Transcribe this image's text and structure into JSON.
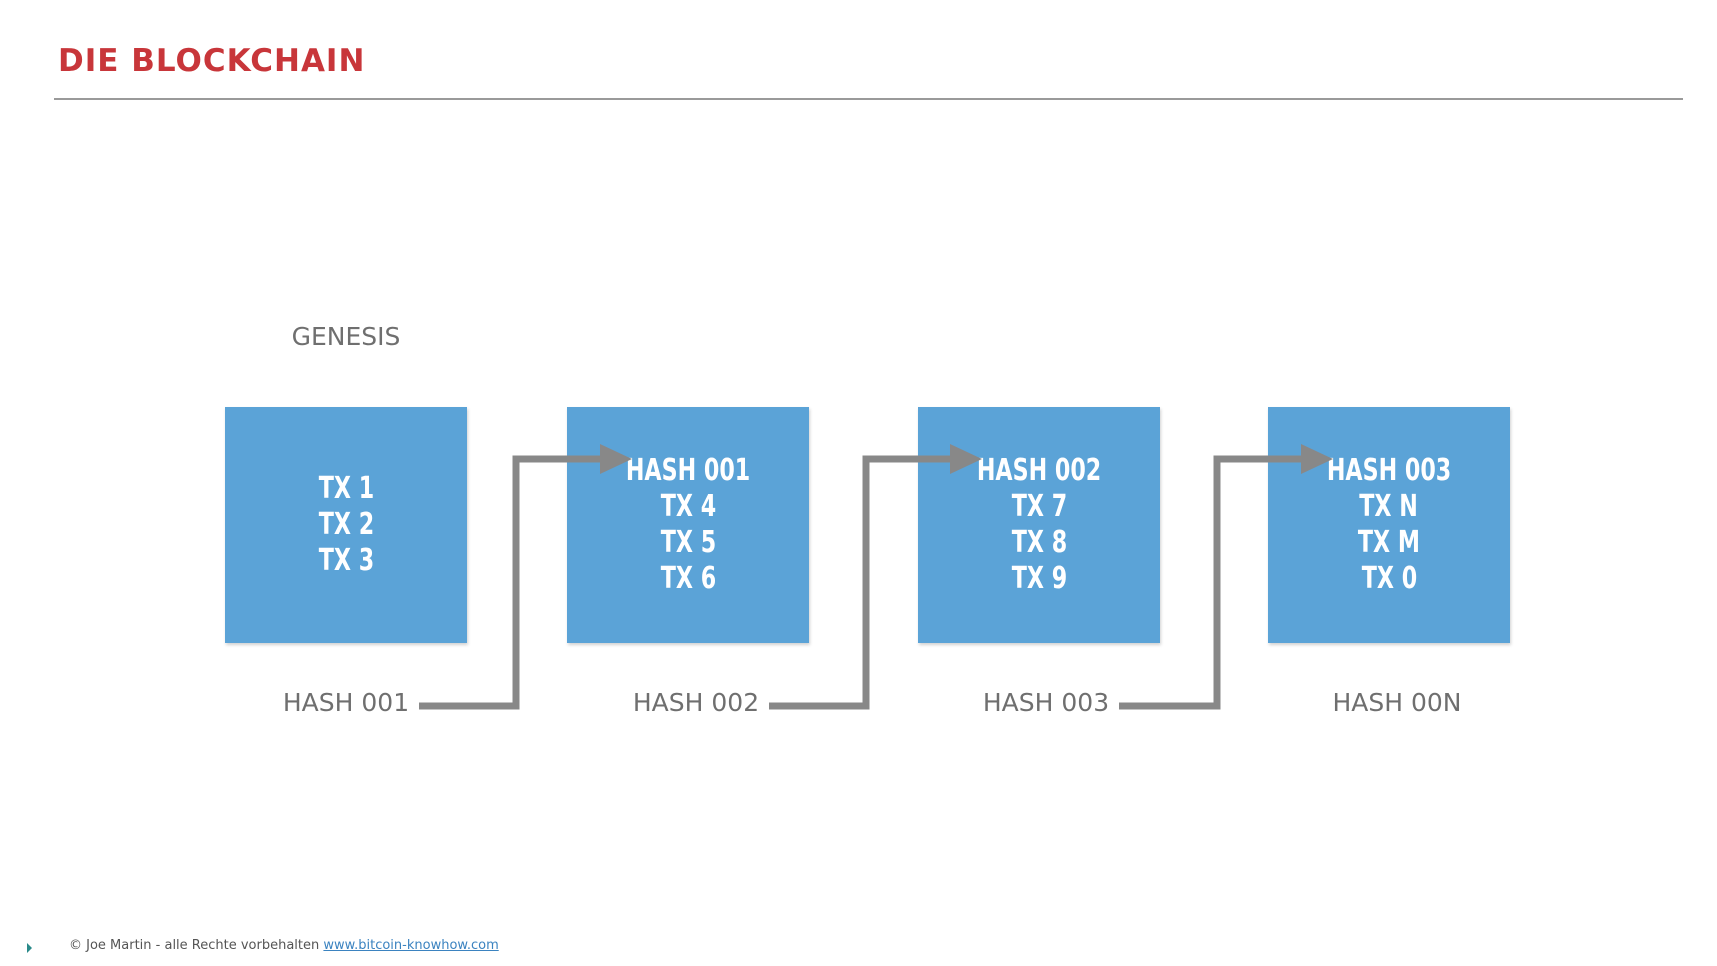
{
  "title": "DIE BLOCKCHAIN",
  "genesis_label": "GENESIS",
  "blocks": [
    {
      "lines": [
        "TX 1",
        "TX 2",
        "TX 3"
      ]
    },
    {
      "lines": [
        "HASH 001",
        "TX 4",
        "TX 5",
        "TX 6"
      ]
    },
    {
      "lines": [
        "HASH 002",
        "TX 7",
        "TX 8",
        "TX 9"
      ]
    },
    {
      "lines": [
        "HASH 003",
        "TX N",
        "TX M",
        "TX 0"
      ]
    }
  ],
  "hash_labels": [
    "HASH 001",
    "HASH 002",
    "HASH 003",
    "HASH 00N"
  ],
  "footer": {
    "copyright": "© Joe Martin - alle Rechte vorbehalten",
    "link": "www.bitcoin-knowhow.com"
  },
  "colors": {
    "title": "#c8363a",
    "block": "#5ba3d7",
    "arrow": "#888888",
    "label": "#6f6f6f"
  }
}
